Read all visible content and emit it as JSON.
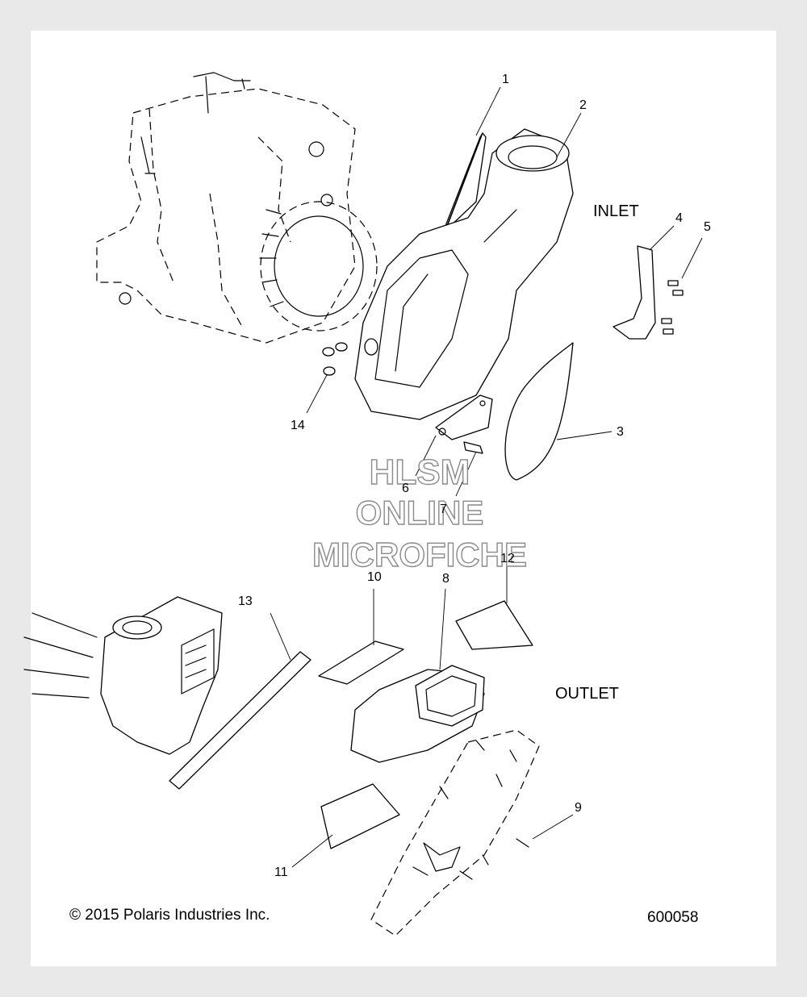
{
  "callouts": [
    {
      "id": "1",
      "label": "1"
    },
    {
      "id": "2",
      "label": "2"
    },
    {
      "id": "3",
      "label": "3"
    },
    {
      "id": "4",
      "label": "4"
    },
    {
      "id": "5",
      "label": "5"
    },
    {
      "id": "6",
      "label": "6"
    },
    {
      "id": "7",
      "label": "7"
    },
    {
      "id": "8",
      "label": "8"
    },
    {
      "id": "9",
      "label": "9"
    },
    {
      "id": "10",
      "label": "10"
    },
    {
      "id": "11",
      "label": "11"
    },
    {
      "id": "12",
      "label": "12"
    },
    {
      "id": "13",
      "label": "13"
    },
    {
      "id": "14",
      "label": "14"
    }
  ],
  "section_labels": {
    "inlet": "INLET",
    "outlet": "OUTLET"
  },
  "watermark": {
    "line1": "HLSM",
    "line2": "ONLINE",
    "line3": "MICROFICHE"
  },
  "footer": {
    "copyright": "© 2015 Polaris Industries Inc.",
    "diagram_number": "600058"
  }
}
